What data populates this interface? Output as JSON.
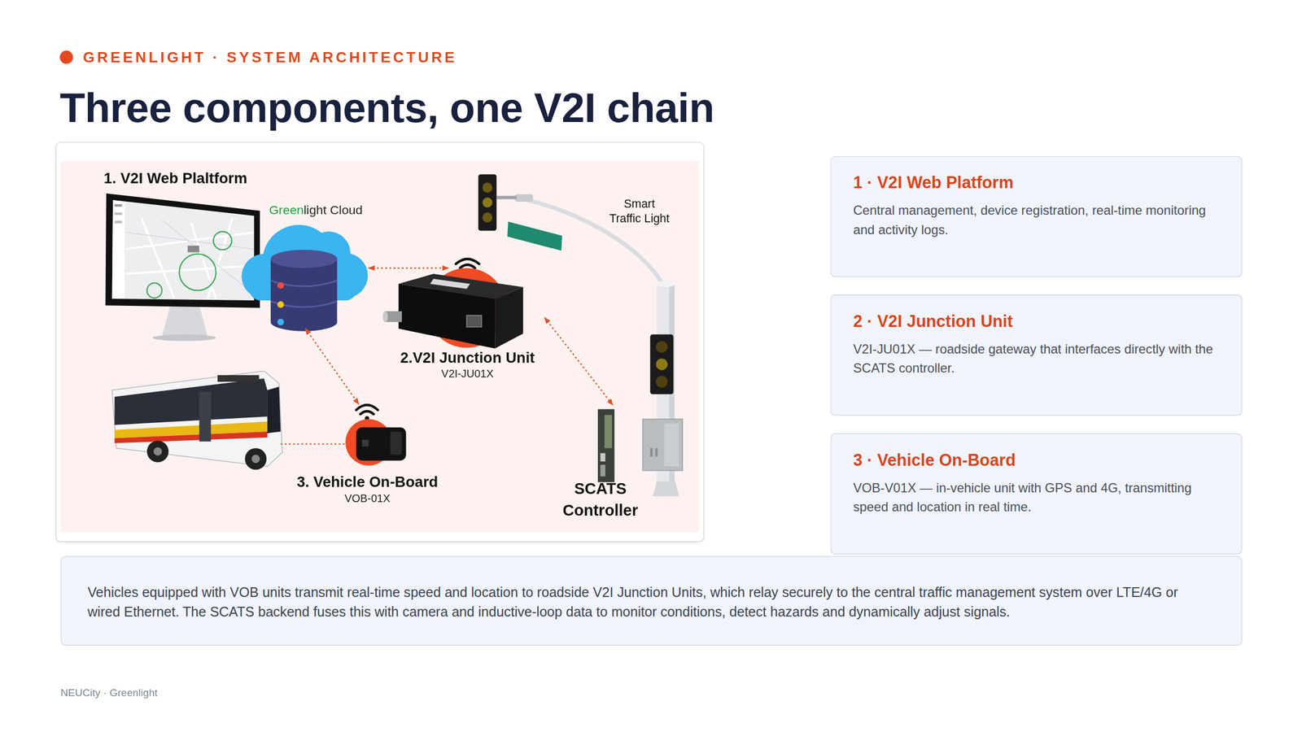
{
  "diagram": {
    "title": "Three components, one V2I chain",
    "nodes": [
      {
        "text": [
          "Greenlight Cloud"
        ]
      },
      {
        "text": [
          "2.V2I Junction Unit",
          "V2I-JU01X"
        ]
      },
      {
        "text": [
          "3. Vehicle On-Board",
          "VOB-01X"
        ]
      },
      {
        "text": [
          "SCATS Controller"
        ]
      },
      {
        "text": [
          "1 · V2I Web Platform",
          "Central management, device registration, real-time monitoring and activity logs."
        ]
      },
      {
        "text": [
          "2 · V2I Junction Unit",
          "V2I-JU01X — roadside gateway that interfaces directly with the SCATS controller."
        ]
      },
      {
        "text": [
          "3 · Vehicle On-Board",
          "VOB-V01X — in-vehicle unit with GPS and 4G, transmitting speed and location in real time."
        ]
      },
      {
        "text": [
          "Vehicles equipped with VOB units transmit real-time speed and location to roadside V2I Junction Units, which relay securely to the central traffic management system over LTE/4G or wired Ethernet. The SCATS backend fuses this with camera and inductive-loop data to monitor conditions, detect hazards and dynamically adjust signals."
        ]
      }
    ],
    "edges": [
      {
        "from": 0,
        "to": 1,
        "arrow": "both"
      },
      {
        "from": 0,
        "to": 2,
        "arrow": "both"
      },
      {
        "from": 1,
        "to": 3,
        "arrow": "both"
      }
    ],
    "labels": [
      "GREENLIGHT · SYSTEM ARCHITECTURE",
      "1. V2I Web Plaltform",
      "Smart Traffic Light",
      "NEUCity · Greenlight"
    ]
  }
}
